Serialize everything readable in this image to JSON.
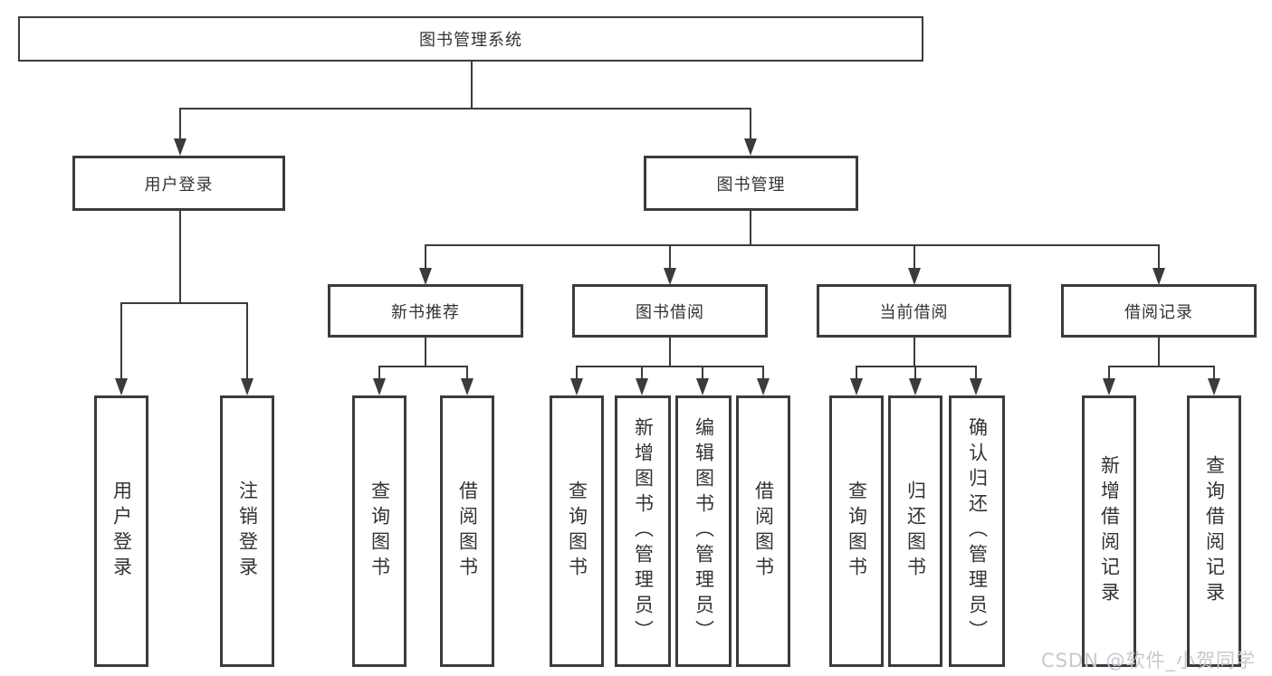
{
  "diagram": {
    "root": {
      "label": "图书管理系统"
    },
    "branches": [
      {
        "label": "用户登录",
        "children": [
          {
            "label": "用户登录"
          },
          {
            "label": "注销登录"
          }
        ]
      },
      {
        "label": "图书管理",
        "children": [
          {
            "label": "新书推荐",
            "children": [
              {
                "label": "查询图书"
              },
              {
                "label": "借阅图书"
              }
            ]
          },
          {
            "label": "图书借阅",
            "children": [
              {
                "label": "查询图书"
              },
              {
                "label": "新增图书（管理员）"
              },
              {
                "label": "编辑图书（管理员）"
              },
              {
                "label": "借阅图书"
              }
            ]
          },
          {
            "label": "当前借阅",
            "children": [
              {
                "label": "查询图书"
              },
              {
                "label": "归还图书"
              },
              {
                "label": "确认归还（管理员）"
              }
            ]
          },
          {
            "label": "借阅记录",
            "children": [
              {
                "label": "新增借阅记录"
              },
              {
                "label": "查询借阅记录"
              }
            ]
          }
        ]
      }
    ]
  },
  "watermark": {
    "text": "CSDN @软件_小贺同学"
  },
  "colors": {
    "line": "#3b3b3b",
    "box_border": "#3b3b3b",
    "text": "#333333",
    "background": "#ffffff",
    "watermark": "#c5c9d0"
  }
}
